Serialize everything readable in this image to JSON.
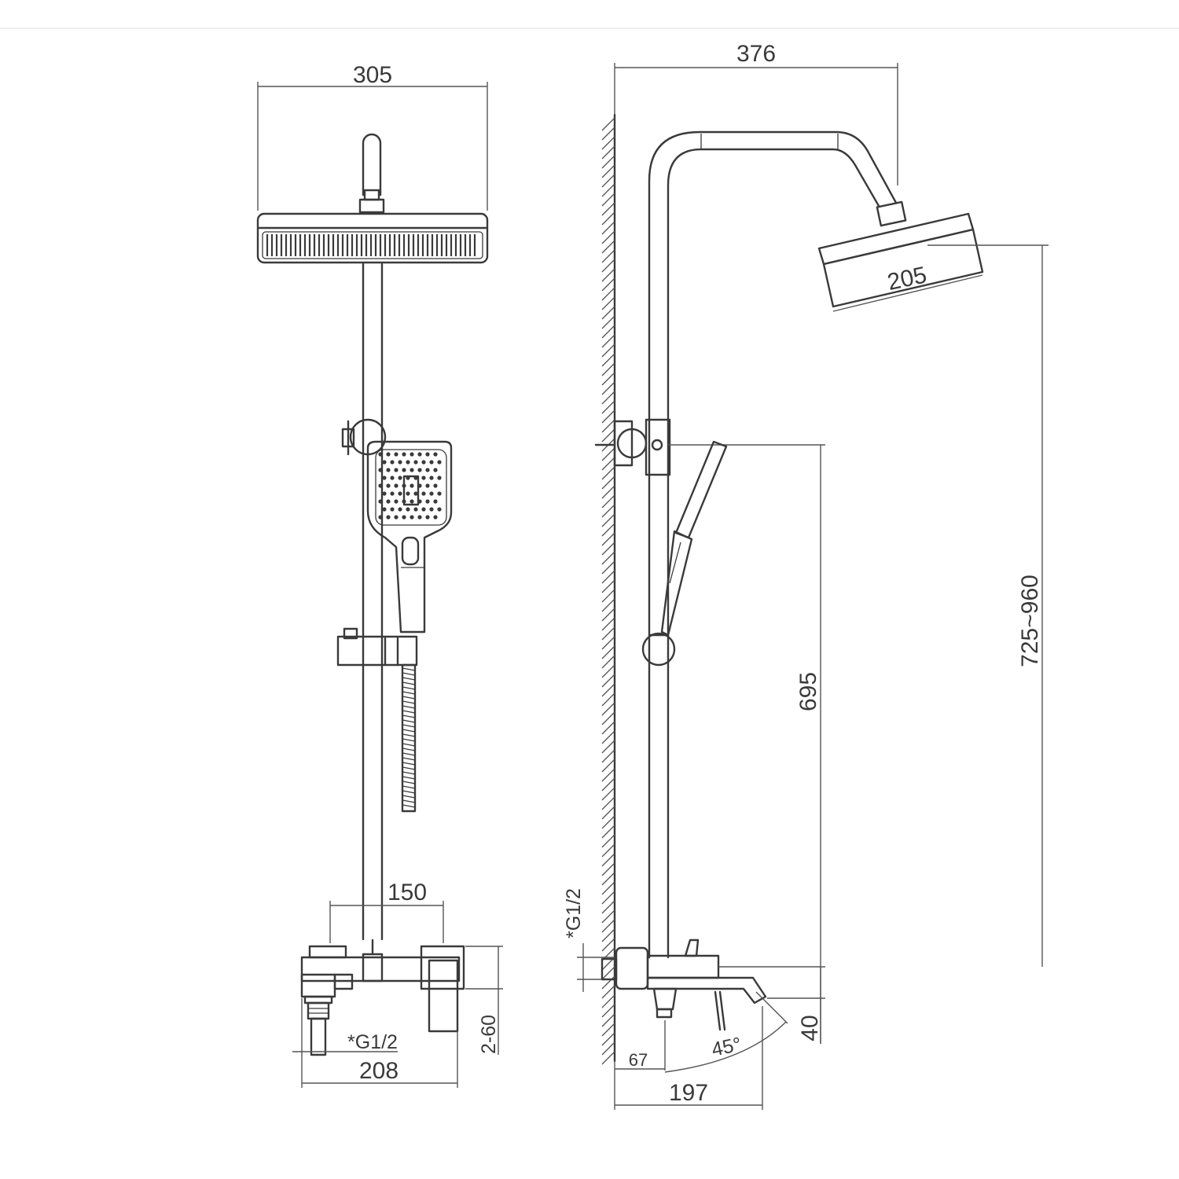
{
  "drawing": {
    "front_view": {
      "dim_top_width": "305",
      "dim_mixer_spacing": "150",
      "dim_inlet_thread": "*G1/2",
      "dim_mixer_width": "208",
      "dim_mixer_height": "2-60"
    },
    "side_view": {
      "dim_arm_reach": "376",
      "dim_head_size": "205",
      "dim_column_height": "725~960",
      "dim_holder_height": "695",
      "dim_wall_thread": "*G1/2",
      "dim_spout_height": "40",
      "dim_spout_angle": "45°",
      "dim_inlet_offset": "67",
      "dim_spout_reach": "197"
    }
  }
}
